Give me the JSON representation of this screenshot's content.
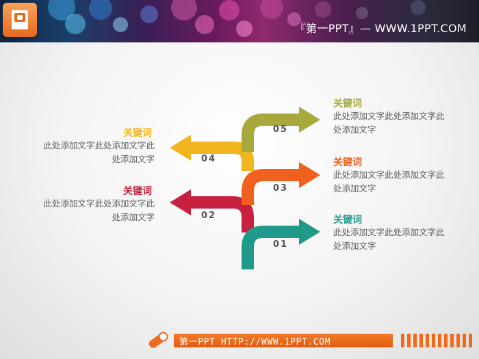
{
  "header": {
    "title": "『第一PPT』— WWW.1PPT.COM",
    "logo_icon": "powerpoint-logo-icon"
  },
  "diagram": {
    "items": [
      {
        "number": "01",
        "keyword": "关键词",
        "desc_line1": "此处添加文字此处添加文字此",
        "desc_line2": "处添加文字",
        "color": "#1f9a8a"
      },
      {
        "number": "02",
        "keyword": "关键词",
        "desc_line1": "此处添加文字此处添加文字此",
        "desc_line2": "处添加文字",
        "color": "#c8203f"
      },
      {
        "number": "03",
        "keyword": "关键词",
        "desc_line1": "此处添加文字此处添加文字此",
        "desc_line2": "处添加文字",
        "color": "#f2601f"
      },
      {
        "number": "04",
        "keyword": "关键词",
        "desc_line1": "此处添加文字此处添加文字此",
        "desc_line2": "处添加文字",
        "color": "#f0b51f"
      },
      {
        "number": "05",
        "keyword": "关键词",
        "desc_line1": "此处添加文字此处添加文字此",
        "desc_line2": "处添加文字",
        "color": "#a8a83c"
      }
    ]
  },
  "footer": {
    "text": "第一PPT HTTP://WWW.1PPT.COM",
    "accent_color": "#ee6a1c",
    "icon": "pencil-eraser-icon"
  }
}
